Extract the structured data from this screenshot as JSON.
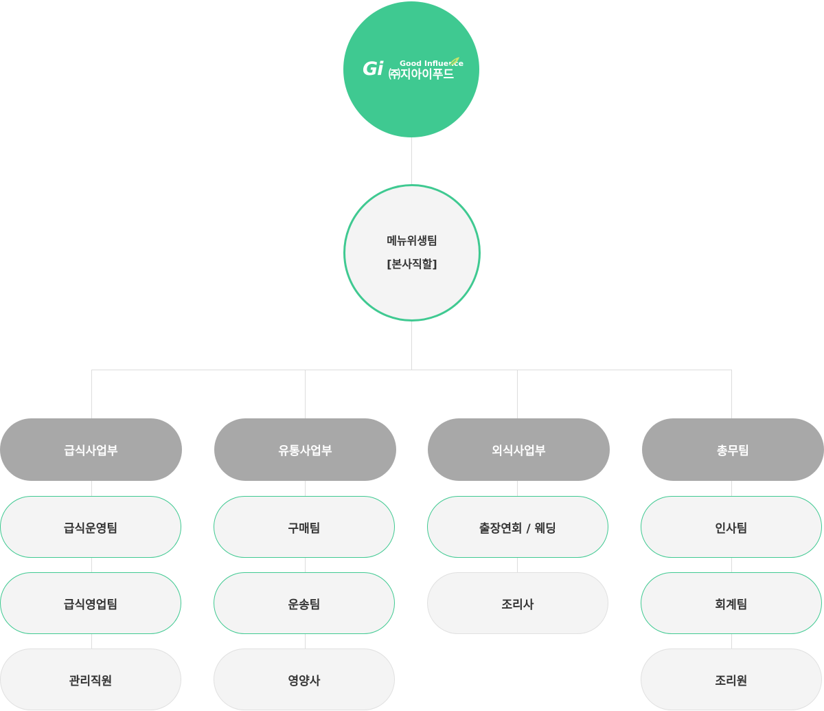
{
  "company": {
    "logo_mark": "Gi",
    "tagline": "Good Influence",
    "name": "㈜지아이푸드"
  },
  "headquarters": {
    "line1": "메뉴위생팀",
    "line2": "[본사직할]"
  },
  "departments": [
    {
      "name": "급식사업부",
      "teams": [
        "급식운영팀",
        "급식영업팀",
        "관리직원"
      ]
    },
    {
      "name": "유통사업부",
      "teams": [
        "구매팀",
        "운송팀",
        "영양사"
      ]
    },
    {
      "name": "외식사업부",
      "teams": [
        "출장연회 / 웨딩",
        "조리사"
      ]
    },
    {
      "name": "총무팀",
      "teams": [
        "인사팀",
        "회계팀",
        "조리원"
      ]
    }
  ],
  "colors": {
    "accent_green": "#3fc991",
    "department_gray": "#a8a8a8",
    "team_background": "#f4f4f4",
    "connector": "#dcdcdc"
  }
}
